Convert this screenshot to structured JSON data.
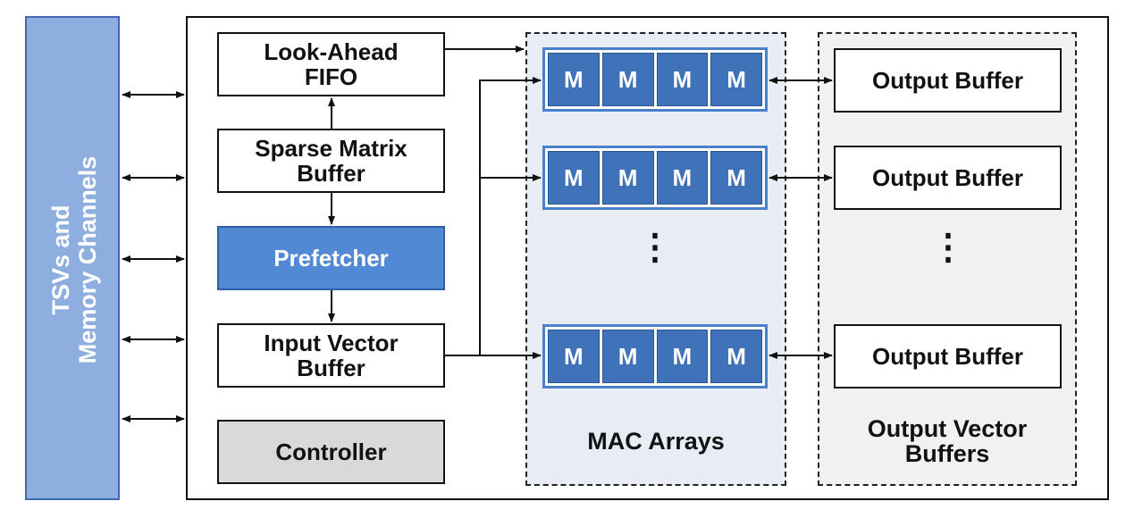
{
  "tsv": {
    "label": "TSVs and\nMemory Channels"
  },
  "blocks": {
    "lookahead_fifo": "Look-Ahead\nFIFO",
    "sparse_matrix_buffer": "Sparse Matrix\nBuffer",
    "prefetcher": "Prefetcher",
    "input_vector_buffer": "Input Vector\nBuffer",
    "controller": "Controller"
  },
  "mac_arrays": {
    "label": "MAC Arrays",
    "rows": [
      [
        "M",
        "M",
        "M",
        "M"
      ],
      [
        "M",
        "M",
        "M",
        "M"
      ],
      [
        "M",
        "M",
        "M",
        "M"
      ]
    ],
    "ellipsis": "⋮"
  },
  "output_buffers": {
    "label": "Output Vector\nBuffers",
    "items": [
      "Output Buffer",
      "Output Buffer",
      "Output Buffer"
    ],
    "ellipsis": "⋮"
  },
  "colors": {
    "tsv_fill": "#8eaedf",
    "prefetcher_fill": "#5189d4",
    "mac_cell_fill": "#3f72b8",
    "controller_fill": "#d9d9d9",
    "mac_region_fill": "#e8edf5",
    "output_region_fill": "#f1f1f1"
  }
}
